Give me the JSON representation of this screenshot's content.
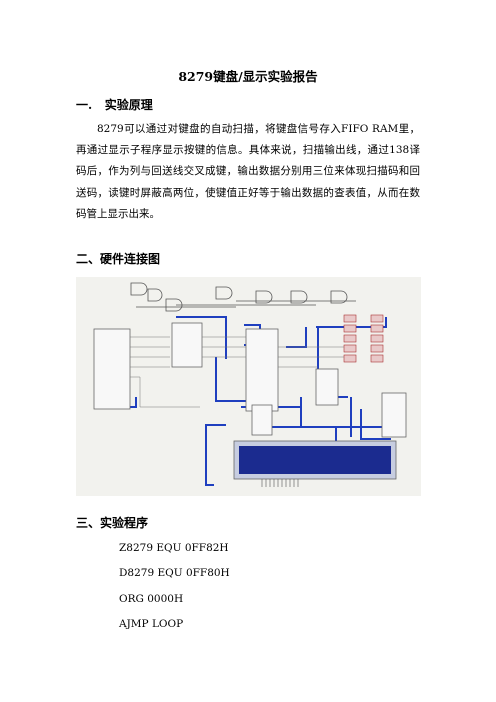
{
  "title": "8279键盘/显示实验报告",
  "sections": [
    {
      "num": "一.",
      "title": "实验原理"
    },
    {
      "num": "二、",
      "title": "硬件连接图"
    },
    {
      "num": "三、",
      "title": "实验程序"
    }
  ],
  "principle_text": "8279可以通过对键盘的自动扫描，将键盘信号存入FIFO RAM里，再通过显示子程序显示按键的信息。具体来说，扫描输出线，通过138译码后，作为列与回送线交叉成键，输出数据分别用三位来体现扫描码和回送码，读键时屏蔽高两位，使键值正好等于输出数据的查表值，从而在数码管上显示出来。",
  "code_lines": [
    "Z8279 EQU 0FF82H",
    "D8279 EQU 0FF80H",
    "ORG 0000H",
    "AJMP LOOP"
  ]
}
